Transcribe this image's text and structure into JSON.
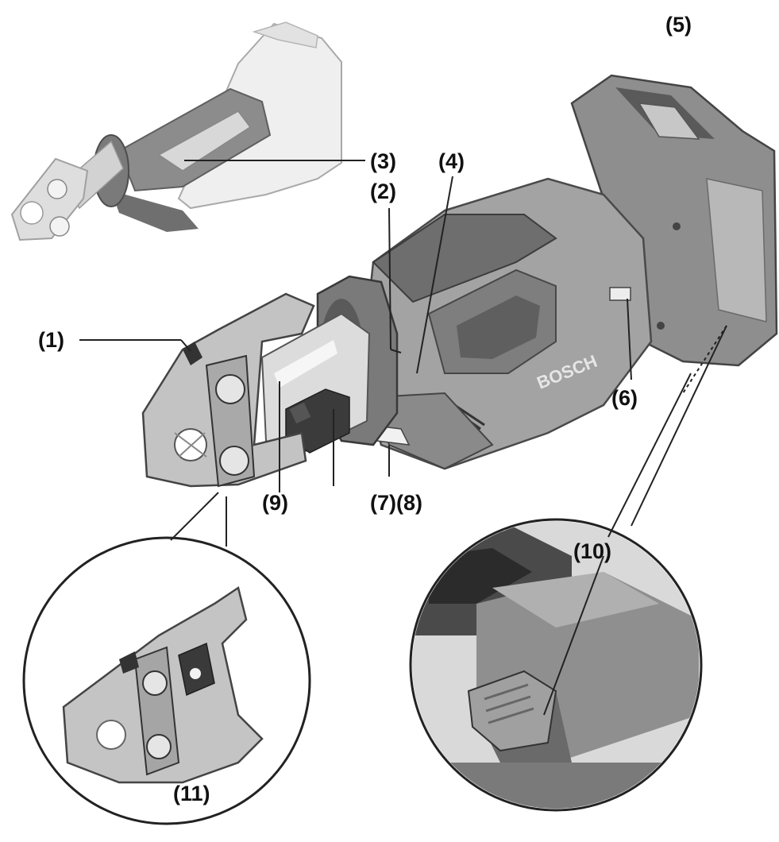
{
  "figure": {
    "type": "exploded-part-diagram",
    "colors": {
      "tool_body": "#9a9a9a",
      "tool_dark": "#5c5c5c",
      "tool_light": "#d4d4d4",
      "jaw_metal": "#c9c9c9",
      "ghost_tool": "#ececec",
      "leader_line": "#222222"
    },
    "brand_text": "BOSCH",
    "callouts": [
      {
        "id": "1",
        "label": "(1)"
      },
      {
        "id": "2",
        "label": "(2)"
      },
      {
        "id": "3",
        "label": "(3)"
      },
      {
        "id": "4",
        "label": "(4)"
      },
      {
        "id": "5",
        "label": "(5)"
      },
      {
        "id": "6",
        "label": "(6)"
      },
      {
        "id": "7-8",
        "label": "(7)(8)"
      },
      {
        "id": "9",
        "label": "(9)"
      },
      {
        "id": "10",
        "label": "(10)"
      },
      {
        "id": "11",
        "label": "(11)"
      }
    ]
  }
}
